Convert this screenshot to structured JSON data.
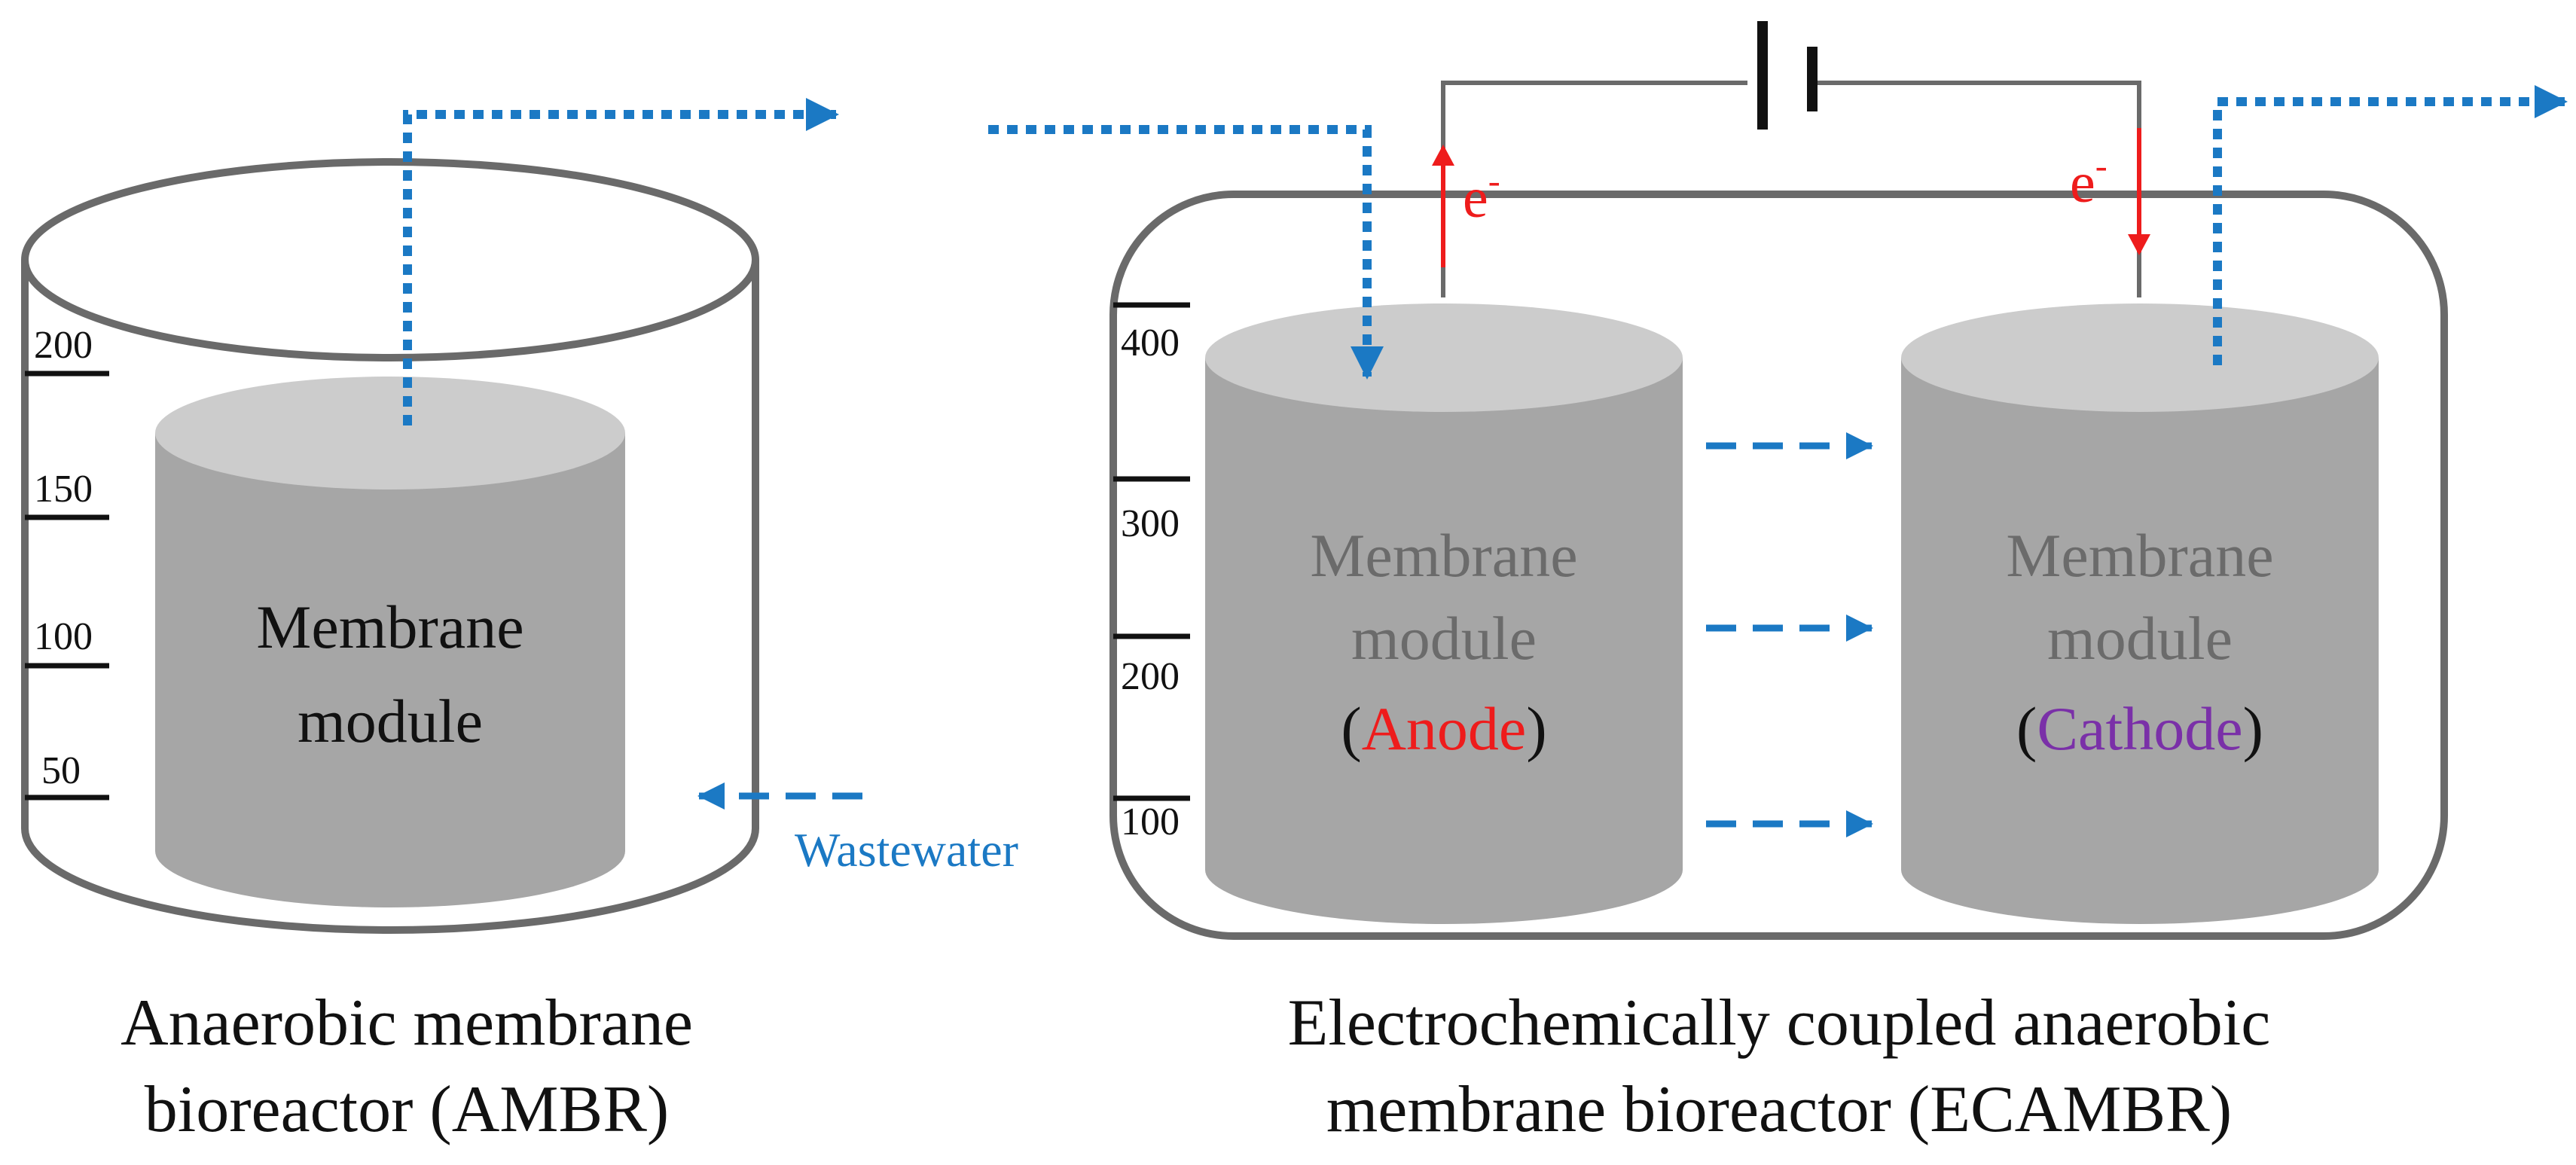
{
  "colors": {
    "outline": "#6a6a6a",
    "module_body": "#a6a6a6",
    "module_top": "#cccccc",
    "flow": "#1b79c4",
    "electron": "#ee1c1c",
    "anode_text": "#ee1c1c",
    "cathode_text": "#7a30a8",
    "muted_text": "#6b6b6b",
    "dark_text": "#111111"
  },
  "ambr": {
    "scale_ticks": [
      "200",
      "150",
      "100",
      "50"
    ],
    "module_label": [
      "Membrane",
      "module"
    ],
    "inflow_label": "Wastewater",
    "caption": [
      "Anaerobic membrane",
      "bioreactor (AMBR)"
    ]
  },
  "ecambr": {
    "scale_ticks": [
      "400",
      "300",
      "200",
      "100"
    ],
    "anode_module": {
      "label": [
        "Membrane",
        "module"
      ],
      "open": "(",
      "role": "Anode",
      "close": ")"
    },
    "cathode_module": {
      "label": [
        "Membrane",
        "module"
      ],
      "open": "(",
      "role": "Cathode",
      "close": ")"
    },
    "electron_symbol": "e",
    "electron_charge": "-",
    "caption": [
      "Electrochemically coupled anaerobic",
      "membrane bioreactor (ECAMBR)"
    ]
  },
  "icons": {
    "battery": "battery-icon",
    "flow_arrow": "dotted-flow-arrow-icon",
    "transfer_arrow": "dashed-transfer-arrow-icon",
    "electron_arrow": "electron-arrow-icon"
  }
}
